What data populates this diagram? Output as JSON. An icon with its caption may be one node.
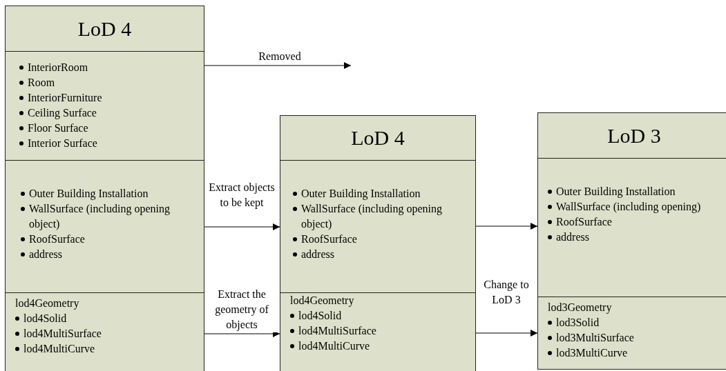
{
  "diagram": {
    "nodes": [
      {
        "text": [
          "LoD 4"
        ]
      },
      {
        "text": [
          "InteriorRoom",
          "Room",
          "InteriorFurniture",
          "Ceiling Surface",
          "Floor Surface",
          "Interior Surface"
        ]
      },
      {
        "text": [
          "Outer Building Installation",
          "WallSurface (including opening object)",
          "RoofSurface",
          "address"
        ]
      },
      {
        "text": [
          "lod4Geometry",
          "lod4Solid",
          "lod4MultiSurface",
          "lod4MultiCurve"
        ]
      },
      {
        "text": [
          "LoD 4"
        ]
      },
      {
        "text": [
          "Outer Building Installation",
          "WallSurface (including opening object)",
          "RoofSurface",
          "address"
        ]
      },
      {
        "text": [
          "lod4Geometry",
          "lod4Solid",
          "lod4MultiSurface",
          "lod4MultiCurve"
        ]
      },
      {
        "text": [
          "LoD 3"
        ]
      },
      {
        "text": [
          "Outer Building Installation",
          "WallSurface (including opening)",
          "RoofSurface",
          "address"
        ]
      },
      {
        "text": [
          "lod3Geometry",
          "lod3Solid",
          "lod3MultiSurface",
          "lod3MultiCurve"
        ]
      }
    ],
    "edges": [
      {
        "from": 1,
        "to": null,
        "arrow": "to",
        "label": "Removed"
      },
      {
        "from": 2,
        "to": 5,
        "arrow": "to",
        "label": "Extract objects to be kept"
      },
      {
        "from": 3,
        "to": 6,
        "arrow": "to",
        "label": "Extract the geometry of objects"
      },
      {
        "from": 5,
        "to": 8,
        "arrow": "to"
      },
      {
        "from": 6,
        "to": 9,
        "arrow": "to",
        "label": "Change to LoD 3"
      }
    ]
  }
}
